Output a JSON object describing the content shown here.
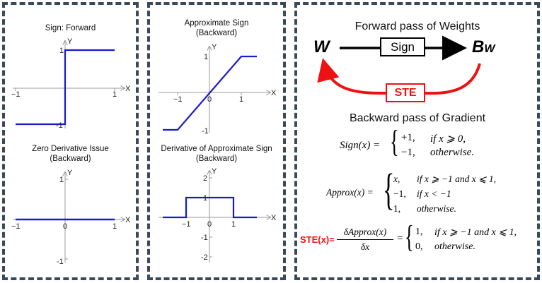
{
  "panel1": {
    "top": {
      "title": "Sign: Forward",
      "ylabel": "Y",
      "xlabel": "X",
      "ticks": {
        "xneg": "−1",
        "xpos": "1",
        "ypos": "1",
        "yneg": "-1"
      }
    },
    "bottom": {
      "title_line1": "Zero Derivative Issue",
      "title_line2": "(Backward)",
      "ylabel": "Y",
      "xlabel": "X",
      "ticks": {
        "xneg": "−1",
        "xzero": "0",
        "xpos": "1",
        "ypos": "1",
        "yneg": "-1"
      }
    }
  },
  "panel2": {
    "top": {
      "title_line1": "Approximate Sign",
      "title_line2": "(Backward)",
      "ylabel": "Y",
      "xlabel": "X",
      "ticks": {
        "xneg": "−1",
        "xzero": "0",
        "xpos": "1",
        "ypos": "1",
        "yneg": "-1"
      }
    },
    "bottom": {
      "title_line1": "Derivative of  Approximate Sign",
      "title_line2": "(Backward)",
      "ylabel": "Y",
      "xlabel": "X",
      "ticks": {
        "xneg": "−1",
        "xzero": "0",
        "xpos": "1",
        "y2": "2",
        "y1": "1",
        "yn1": "-1",
        "yn2": "-2"
      }
    }
  },
  "panel3": {
    "forward_title": "Forward pass of Weights",
    "w_label": "W",
    "sign_box": "Sign",
    "bw_label": "B",
    "bw_sub": "W",
    "ste_box": "STE",
    "backward_title": "Backward pass of Gradient",
    "sign_eq": {
      "lhs": "Sign(x) =",
      "case1_val": "+1,",
      "case1_cond": "if x ⩾ 0,",
      "case2_val": "−1,",
      "case2_cond": "otherwise."
    },
    "approx_eq": {
      "lhs": "Approx(x) =",
      "case1_val": "x,",
      "case1_cond": "if x ⩾ −1 and x ⩽ 1,",
      "case2_val": "−1,",
      "case2_cond": "if x < −1",
      "case3_val": "1,",
      "case3_cond": "otherwise."
    },
    "ste_eq": {
      "label": "STE(x)=",
      "numer": "δApprox(x)",
      "denom": "δx",
      "eq": "=",
      "case1_val": "1,",
      "case1_cond": "if x ⩾ −1 and x ⩽ 1,",
      "case2_val": "0,",
      "case2_cond": "otherwise."
    }
  },
  "colors": {
    "curve": "#1a1acc",
    "axis": "#9a9a9a",
    "ste_red": "#ee1111",
    "border": "#3b4a5a"
  }
}
